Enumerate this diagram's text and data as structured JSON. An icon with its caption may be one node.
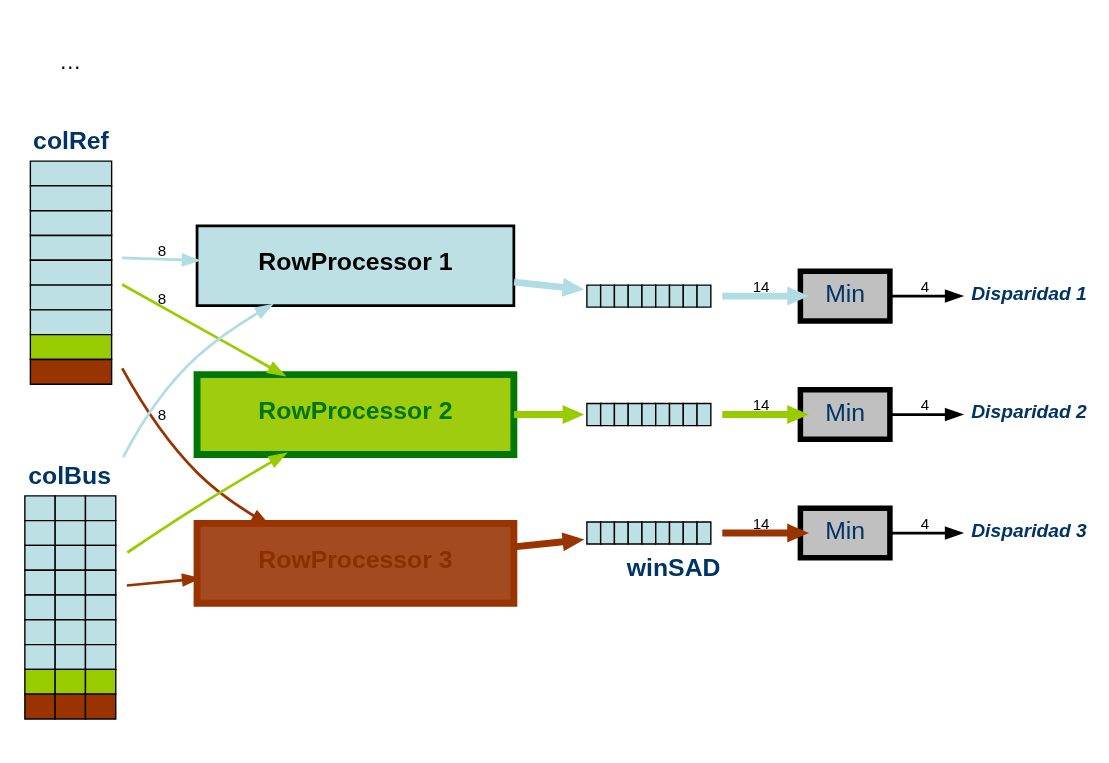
{
  "diagram": {
    "nodes": [
      {
        "text": [
          "colRef"
        ]
      },
      {
        "text": [
          "colBus"
        ]
      },
      {
        "text": [
          "RowProcessor 1"
        ]
      },
      {
        "text": [
          "RowProcessor 2"
        ]
      },
      {
        "text": [
          "RowProcessor 3"
        ]
      },
      {
        "text": [],
        "shape": "box"
      },
      {
        "text": [],
        "shape": "box"
      },
      {
        "text": [],
        "shape": "box",
        "beside": [
          "winSAD"
        ]
      },
      {
        "text": [
          "Min"
        ]
      },
      {
        "text": [
          "Min"
        ]
      },
      {
        "text": [
          "Min"
        ]
      },
      {
        "text": [
          "Disparidad 1"
        ]
      },
      {
        "text": [
          "Disparidad 2"
        ]
      },
      {
        "text": [
          "Disparidad 3"
        ]
      }
    ],
    "edges": [
      {
        "from": 0,
        "to": 2,
        "arrow": "to",
        "label": "8",
        "color": "#b0dde4"
      },
      {
        "from": 0,
        "to": 3,
        "arrow": "to",
        "label": "8",
        "color": "#99cc00"
      },
      {
        "from": 0,
        "to": 4,
        "arrow": "to",
        "label": "8",
        "color": "#993300"
      },
      {
        "from": 1,
        "to": 2,
        "arrow": "to",
        "color": "#b0dde4"
      },
      {
        "from": 1,
        "to": 3,
        "arrow": "to",
        "color": "#99cc00"
      },
      {
        "from": 1,
        "to": 4,
        "arrow": "to",
        "color": "#993300"
      },
      {
        "from": 2,
        "to": 5,
        "arrow": "to",
        "style": "thick",
        "color": "#b0dde4"
      },
      {
        "from": 3,
        "to": 6,
        "arrow": "to",
        "style": "thick",
        "color": "#99cc00"
      },
      {
        "from": 4,
        "to": 7,
        "arrow": "to",
        "style": "thick",
        "color": "#993300"
      },
      {
        "from": 5,
        "to": 8,
        "arrow": "to",
        "label": "14",
        "style": "thick",
        "color": "#b0dde4"
      },
      {
        "from": 6,
        "to": 9,
        "arrow": "to",
        "label": "14",
        "style": "thick",
        "color": "#99cc00"
      },
      {
        "from": 7,
        "to": 10,
        "arrow": "to",
        "label": "14",
        "style": "thick",
        "color": "#993300"
      },
      {
        "from": 8,
        "to": 11,
        "arrow": "to",
        "label": "4",
        "color": "#000000"
      },
      {
        "from": 9,
        "to": 12,
        "arrow": "to",
        "label": "4",
        "color": "#000000"
      },
      {
        "from": 10,
        "to": 13,
        "arrow": "to",
        "label": "4",
        "color": "#000000"
      }
    ],
    "labels": [
      "…"
    ]
  }
}
